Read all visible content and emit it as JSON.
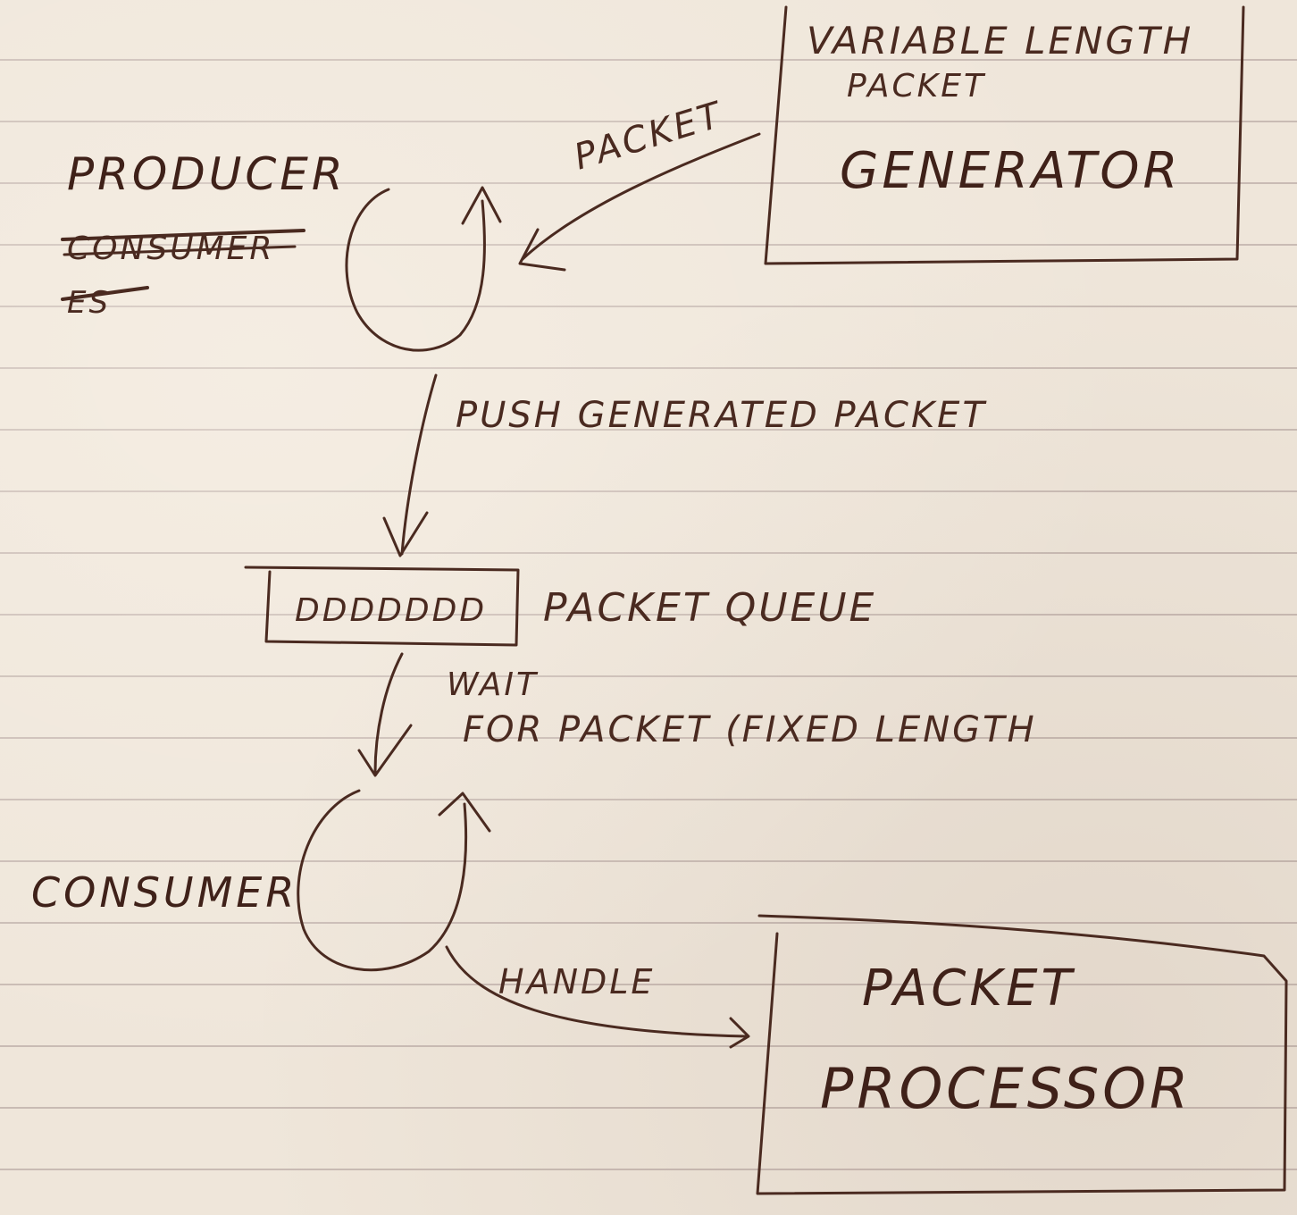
{
  "generator": {
    "line1": "VARIABLE LENGTH",
    "line2": "PACKET",
    "line3": "GENERATOR"
  },
  "producer": {
    "label": "PRODUCER",
    "struck_label": "CONSUMER",
    "struck_fragment": "ES"
  },
  "edges": {
    "packet": "PACKET",
    "push": "PUSH GENERATED PACKET",
    "wait_line1": "WAIT",
    "wait_line2": "FOR PACKET (FIXED LENGTH",
    "handle": "HANDLE"
  },
  "queue": {
    "cells": "DDDDDDD",
    "label": "PACKET QUEUE"
  },
  "consumer": {
    "label": "CONSUMER"
  },
  "processor": {
    "line1": "PACKET",
    "line2": "PROCESSOR"
  },
  "colors": {
    "paper": "#efe6da",
    "rule_lines": "#c9bbb4",
    "ink": "#4a2a20"
  }
}
